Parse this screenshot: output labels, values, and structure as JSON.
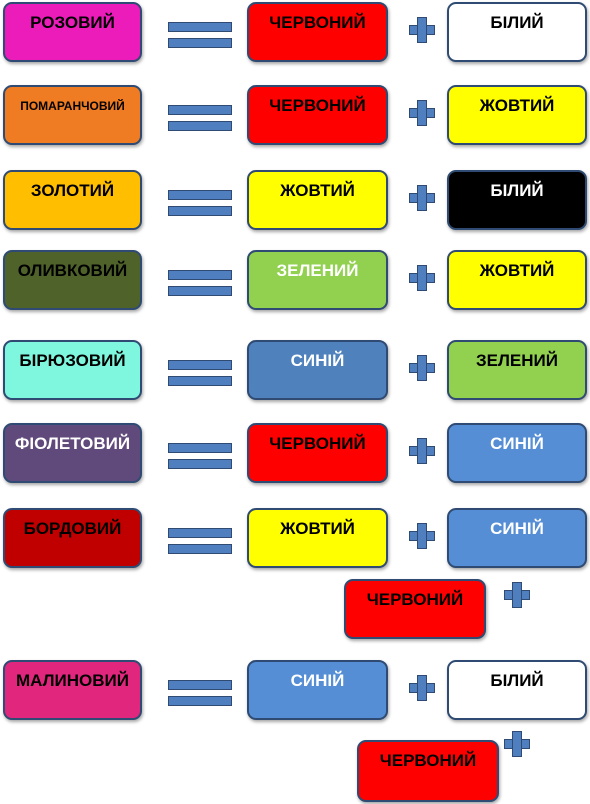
{
  "rows": [
    {
      "result": {
        "label": "РОЗОВИЙ",
        "color": "#ec1cbb",
        "text": "#000000"
      },
      "a": {
        "label": "ЧЕРВОНИЙ",
        "color": "#ff0000",
        "text": "#000000"
      },
      "b": {
        "label": "БІЛИЙ",
        "color": "#ffffff",
        "text": "#000000"
      }
    },
    {
      "result": {
        "label": "ПОМАРАНЧОВИЙ",
        "color": "#ef7b22",
        "text": "#000000"
      },
      "a": {
        "label": "ЧЕРВОНИЙ",
        "color": "#ff0000",
        "text": "#000000"
      },
      "b": {
        "label": "ЖОВТИЙ",
        "color": "#ffff00",
        "text": "#000000"
      }
    },
    {
      "result": {
        "label": "ЗОЛОТИЙ",
        "color": "#ffbf00",
        "text": "#000000"
      },
      "a": {
        "label": "ЖОВТИЙ",
        "color": "#ffff00",
        "text": "#000000"
      },
      "b": {
        "label": "БІЛИЙ",
        "color": "#000000",
        "text": "#ffffff"
      }
    },
    {
      "result": {
        "label": "ОЛИВКОВИЙ",
        "color": "#4f6229",
        "text": "#000000"
      },
      "a": {
        "label": "ЗЕЛЕНИЙ",
        "color": "#92d050",
        "text": "#ffffff"
      },
      "b": {
        "label": "ЖОВТИЙ",
        "color": "#ffff00",
        "text": "#000000"
      }
    },
    {
      "result": {
        "label": "БІРЮЗОВИЙ",
        "color": "#7ff7df",
        "text": "#000000"
      },
      "a": {
        "label": "СИНІЙ",
        "color": "#4f81bd",
        "text": "#ffffff"
      },
      "b": {
        "label": "ЗЕЛЕНИЙ",
        "color": "#92d050",
        "text": "#000000"
      }
    },
    {
      "result": {
        "label": "ФІОЛЕТОВИЙ",
        "color": "#604a7b",
        "text": "#ffffff"
      },
      "a": {
        "label": "ЧЕРВОНИЙ",
        "color": "#ff0000",
        "text": "#000000"
      },
      "b": {
        "label": "СИНІЙ",
        "color": "#558ed5",
        "text": "#ffffff"
      }
    },
    {
      "result": {
        "label": "БОРДОВИЙ",
        "color": "#c00000",
        "text": "#000000"
      },
      "a": {
        "label": "ЖОВТИЙ",
        "color": "#ffff00",
        "text": "#000000"
      },
      "b": {
        "label": "СИНІЙ",
        "color": "#558ed5",
        "text": "#ffffff"
      },
      "c": {
        "label": "ЧЕРВОНИЙ",
        "color": "#ff0000",
        "text": "#000000"
      }
    },
    {
      "result": {
        "label": "МАЛИНОВИЙ",
        "color": "#e0277d",
        "text": "#000000"
      },
      "a": {
        "label": "СИНІЙ",
        "color": "#558ed5",
        "text": "#ffffff"
      },
      "b": {
        "label": "БІЛИЙ",
        "color": "#ffffff",
        "text": "#000000"
      },
      "c": {
        "label": "ЧЕРВОНИЙ",
        "color": "#ff0000",
        "text": "#000000"
      }
    }
  ]
}
